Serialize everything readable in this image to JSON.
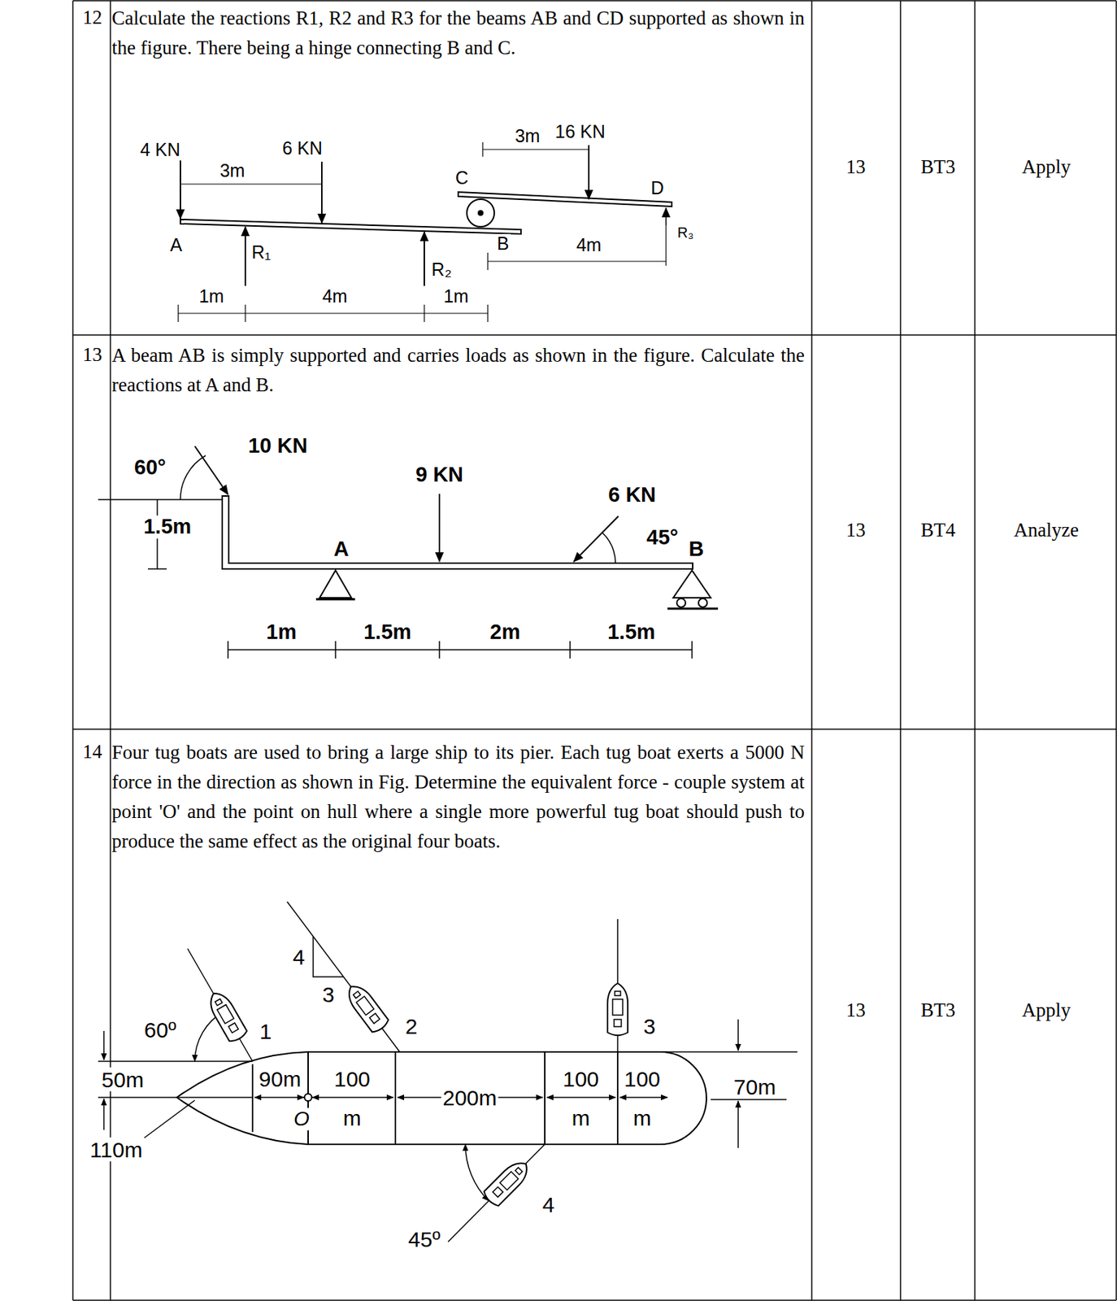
{
  "diagram": {
    "labels": [
      "12",
      "Calculate the reactions R1, R2 and R3 for the beams AB and CD supported as shown in the figure. There being a hinge connecting B and C.",
      "13",
      "BT3",
      "Apply",
      "4 KN",
      "3m",
      "6 KN",
      "16 KN",
      "3m",
      "C",
      "D",
      "R₃",
      "A",
      "R₁",
      "R₂",
      "B",
      "4m",
      "1m",
      "4m",
      "1m",
      "13",
      "A beam AB is simply supported and carries loads as shown in the figure. Calculate the reactions at A and B.",
      "13",
      "BT4",
      "Analyze",
      "10 KN",
      "60°",
      "1.5m",
      "9 KN",
      "6 KN",
      "45°",
      "A",
      "B",
      "1m",
      "1.5m",
      "2m",
      "1.5m",
      "14",
      "Four tug boats are used to bring a large ship to its pier. Each tug  boat exerts a 5000 N force in the direction as shown in Fig. Determine the equivalent force - couple system at point 'O' and the point on hull where a single more powerful tug boat should push to produce the same effect as the original four boats.",
      "13",
      "BT3",
      "Apply",
      "4",
      "3",
      "60º",
      "1",
      "2",
      "3",
      "50m",
      "90m",
      "O",
      "100",
      "m",
      "200m",
      "100",
      "m",
      "100",
      "m",
      "70m",
      "110m",
      "45º",
      "4"
    ]
  }
}
